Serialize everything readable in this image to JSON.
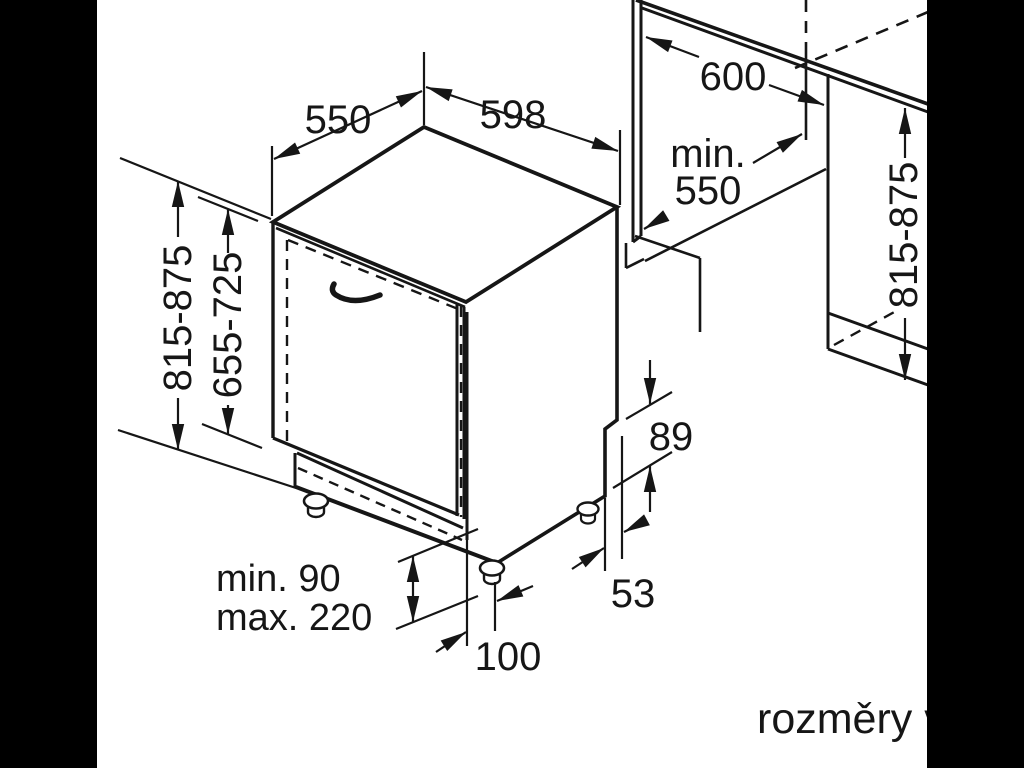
{
  "diagram": {
    "type": "appliance-installation-dimension-drawing",
    "subject": "built-under dishwasher in kitchen niche, isometric view",
    "caption": "rozměry v",
    "colors": {
      "letterbox": "#000000",
      "paper": "#ffffff",
      "line": "#161616"
    },
    "labels": {
      "top_depth": "550",
      "width": "598",
      "counter_depth": "600",
      "niche_min_line1": "min.",
      "niche_min_line2": "550",
      "height_left": "815-875",
      "door_height": "655-725",
      "height_right": "815-875",
      "rear_top_offset": "89",
      "rear_bottom_offset": "53",
      "front_offset": "100",
      "plinth_min": "min. 90",
      "plinth_max": "max. 220"
    }
  }
}
